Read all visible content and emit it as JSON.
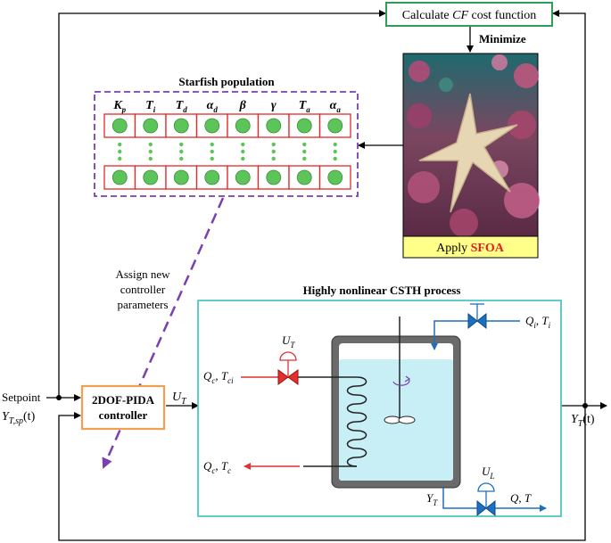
{
  "cost_box": {
    "prefix": "Calculate ",
    "cf": "CF",
    "suffix": " cost function"
  },
  "minimize_label": "Minimize",
  "sfoa_box": {
    "apply": "Apply ",
    "sfoa": "SFOA"
  },
  "population": {
    "title": "Starfish population",
    "params": [
      {
        "sym": "K",
        "sub": "p"
      },
      {
        "sym": "T",
        "sub": "i"
      },
      {
        "sym": "T",
        "sub": "d"
      },
      {
        "sym": "α",
        "sub": "d"
      },
      {
        "sym": "β",
        "sub": ""
      },
      {
        "sym": "γ",
        "sub": ""
      },
      {
        "sym": "T",
        "sub": "a"
      },
      {
        "sym": "α",
        "sub": "a"
      }
    ]
  },
  "assign_label": [
    "Assign new",
    "controller",
    "parameters"
  ],
  "controller": {
    "line1": "2DOF-PIDA",
    "line2": "controller"
  },
  "process": {
    "title": "Highly nonlinear CSTH process"
  },
  "labels": {
    "setpoint": "Setpoint",
    "ysp_main": "Y",
    "ysp_sub": "T,sp",
    "ysp_tail": "(t)",
    "ut_main": "U",
    "ut_sub": "T",
    "yt_out_main": "Y",
    "yt_out_sub": "T",
    "yt_out_tail": "(t)",
    "qcin": "Q",
    "qcin_sub": "c",
    "tcin": "T",
    "tcin_sub": "ci",
    "qcout": "Q",
    "qcout_sub": "c",
    "tcout": "T",
    "tcout_sub": "c",
    "qi": "Q",
    "qi_sub": "i",
    "ti": "T",
    "ti_sub": "i",
    "valve_ut": "U",
    "valve_ut_sub": "T",
    "valve_ul": "U",
    "valve_ul_sub": "L",
    "yt_tank": "Y",
    "yt_tank_sub": "T",
    "q_out": "Q",
    "t_out": "T"
  },
  "colors": {
    "cost_border": "#2e9e57",
    "population_border": "#7a3fb0",
    "param_row": "#e02a2a",
    "dot": "#5dc45a",
    "sfoa_fill": "#ffff8a",
    "sfoa_text": "#e52222",
    "controller_border": "#f0a050",
    "process_border": "#4ec6c0",
    "water": "#c8eef6",
    "hot_line": "#e03030",
    "flow_line": "#1e6fbf"
  }
}
